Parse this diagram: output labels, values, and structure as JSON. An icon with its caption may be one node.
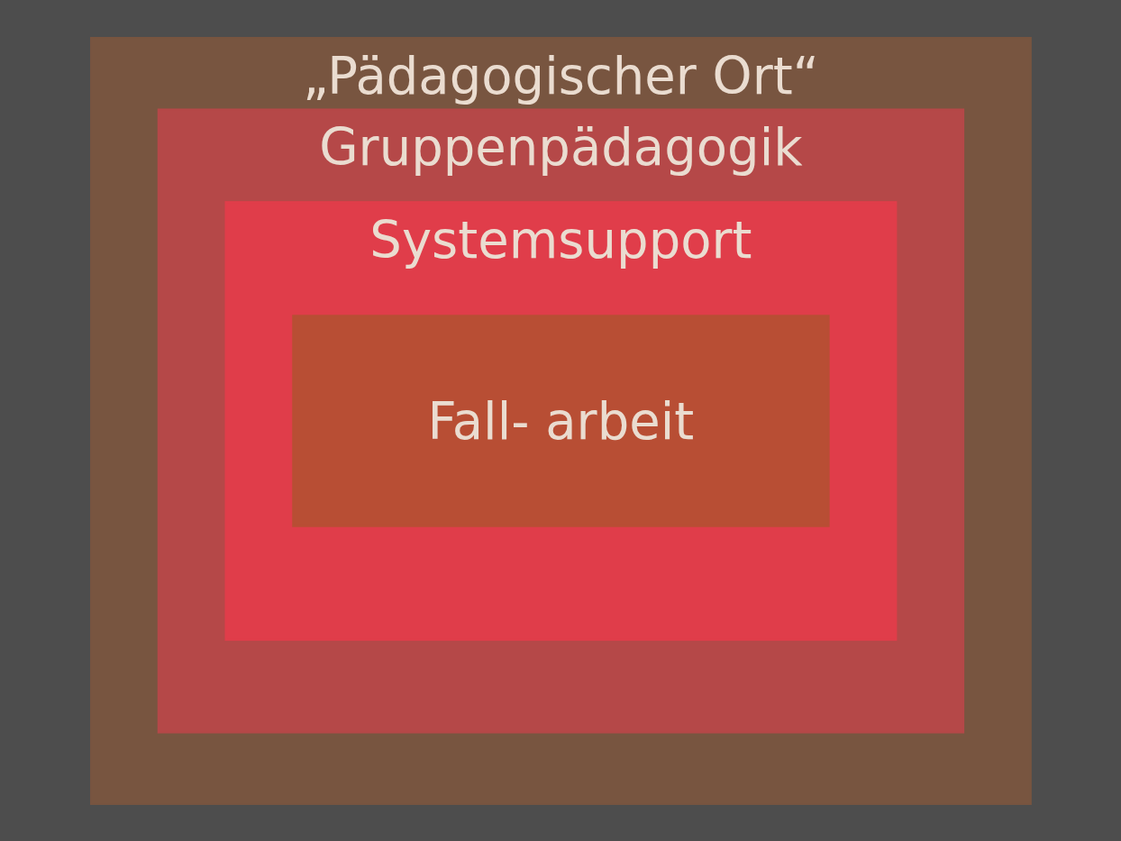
{
  "diagram": {
    "nodes": [
      {
        "text": [
          "„Pädagogischer Ort“"
        ]
      },
      {
        "text": [
          "Gruppenpädagogik"
        ],
        "in": 0
      },
      {
        "text": [
          "Systemsupport"
        ],
        "in": 1
      },
      {
        "text": [
          "Fall- arbeit"
        ],
        "in": 2
      }
    ]
  }
}
